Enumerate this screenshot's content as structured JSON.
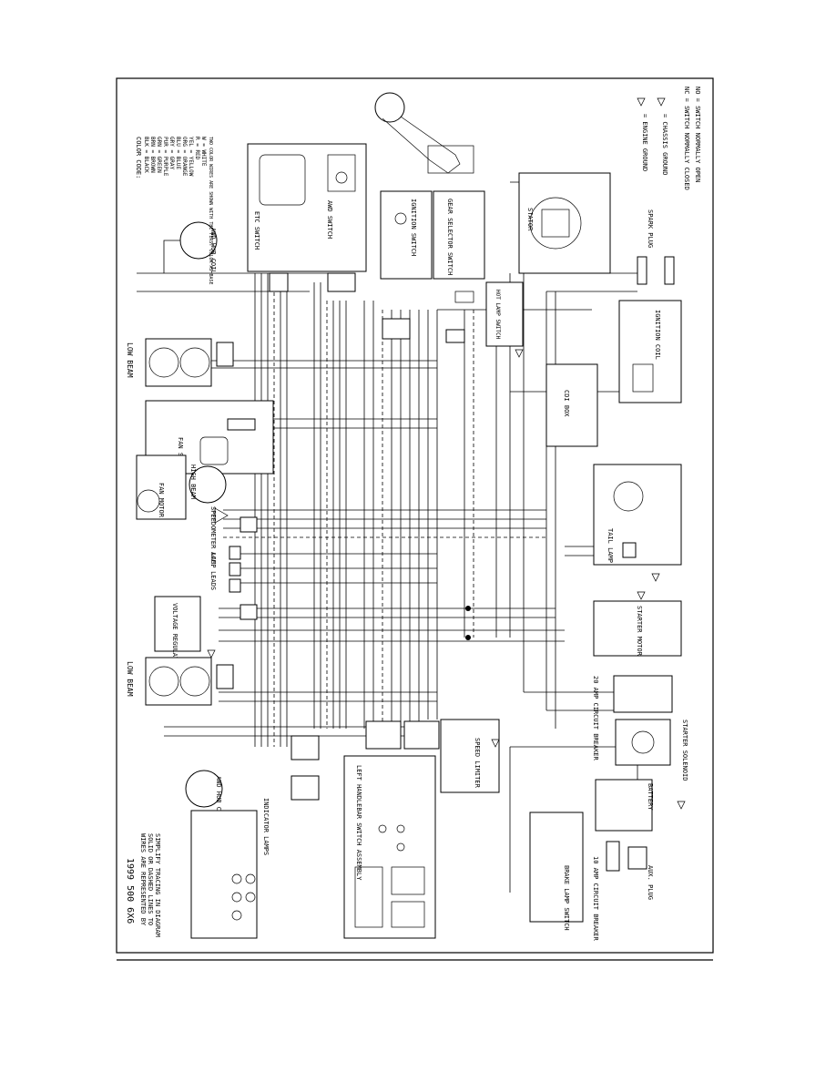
{
  "title": "1999 500 6X6",
  "notes": {
    "wires_line1": "WIRES ARE REPRESENTED BY",
    "wires_line2": "SOLID OR DASHED LINES TO",
    "wires_line3": "SIMPLIFY TRACING IN DIAGRAM"
  },
  "color_code": {
    "heading": "COLOR CODE:",
    "entries": [
      "BLK = BLACK",
      "BRN = BROWN",
      "GRN = GREEN",
      "PUR = PURPLE",
      "GRY = GRAY",
      "BLU = BLUE",
      "ORG = ORANGE",
      "YEL = YELLOW",
      "R = RED",
      "W = WHITE"
    ],
    "note": "TWO COLOR WIRES ARE SHOWN WITH THE FIRST COLOR AS BASE"
  },
  "legend": {
    "engine_ground": "= ENGINE GROUND",
    "chassis_ground": "= CHASSIS GROUND",
    "nc": "NC = SWITCH NORMALLY CLOSED",
    "no": "NO = SWITCH NORMALLY OPEN"
  },
  "components": {
    "awd_hub_coil_top": "AWD HUB COIL",
    "awd_hub_coil_bottom": "AWD HUB COIL",
    "etc_switch": "ETC SWITCH",
    "awd_switch": "AWD SWITCH",
    "ignition_switch": "IGNITION SWITCH",
    "gear_selector_switch": "GEAR SELECTOR SWITCH",
    "hot_lamp_switch": "HOT LAMP SWITCH",
    "stator": "STATOR",
    "spark_plug": "SPARK PLUG",
    "ignition_coil": "IGNITION COIL",
    "cdi_box": "CDI BOX",
    "low_beam_top": "LOW BEAM",
    "low_beam_bottom": "LOW BEAM",
    "fan_switch": "FAN SWITCH",
    "fan_motor": "FAN MOTOR",
    "high_beam": "HIGH BEAM",
    "speedometer_lamp": "SPEEDOMETER LAMP",
    "acc_leads": "ACC. LEADS",
    "voltage_regulator": "VOLTAGE REGULATOR",
    "tail_lamp": "TAIL LAMP",
    "starter_motor": "STARTER MOTOR",
    "circuit_breaker_20": "20 AMP CIRCUIT BREAKER",
    "starter_solenoid": "STARTER SOLENOID",
    "speed_limiter": "SPEED LIMITER",
    "left_handlebar": "LEFT HANDLEBAR SWITCH ASSEMBLY",
    "indicator_lamps": "INDICATOR LAMPS",
    "battery": "BATTERY",
    "circuit_breaker_10": "10 AMP CIRCUIT BREAKER",
    "aux_plug": "AUX. PLUG",
    "brake_lamp_switch": "BRAKE LAMP SWITCH"
  }
}
